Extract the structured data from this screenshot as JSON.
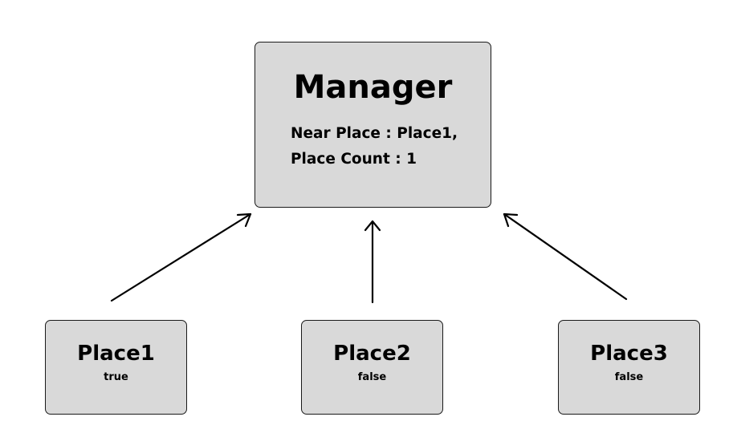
{
  "manager": {
    "title": "Manager",
    "near_place": "Near Place : Place1,",
    "place_count": "Place Count : 1"
  },
  "places": [
    {
      "name": "Place1",
      "status": "true"
    },
    {
      "name": "Place2",
      "status": "false"
    },
    {
      "name": "Place3",
      "status": "false"
    }
  ],
  "colors": {
    "box_fill": "#d9d9d9",
    "box_border": "#1a1a1a",
    "arrow": "#000000"
  }
}
